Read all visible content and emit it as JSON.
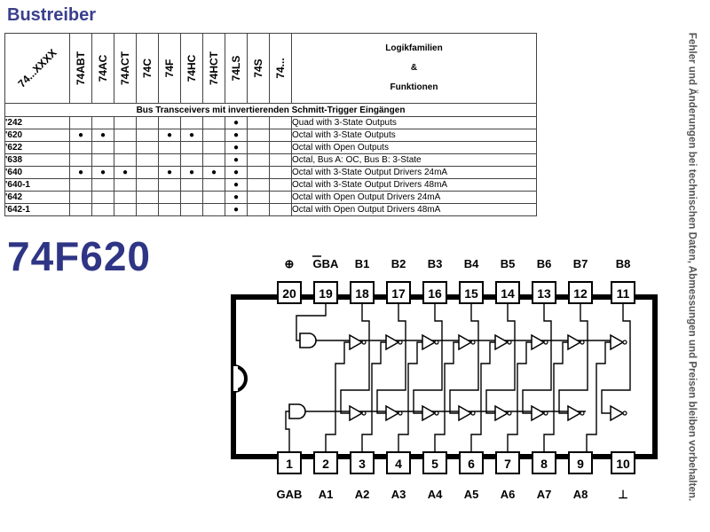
{
  "heading": "Bustreiber",
  "chip_name": "74F620",
  "side_note": "Fehler und Änderungen bei technischen Daten, Abmessungen und Preisen bleiben vorbehalten.",
  "table": {
    "first_col_header": "74...XXXX",
    "families": [
      "74ABT",
      "74AC",
      "74ACT",
      "74C",
      "74F",
      "74HC",
      "74HCT",
      "74LS",
      "74S",
      "74..."
    ],
    "function_header": [
      "Logikfamilien",
      "&",
      "Funktionen"
    ],
    "section_title": "Bus Transceivers mit invertierenden Schmitt-Trigger Eingängen",
    "dot": "●",
    "rows": [
      {
        "part": "'242",
        "dots": [
          0,
          0,
          0,
          0,
          0,
          0,
          0,
          1,
          0,
          0
        ],
        "desc": "Quad with 3-State Outputs"
      },
      {
        "part": "'620",
        "dots": [
          1,
          1,
          0,
          0,
          1,
          1,
          0,
          1,
          0,
          0
        ],
        "desc": "Octal with 3-State Outputs"
      },
      {
        "part": "'622",
        "dots": [
          0,
          0,
          0,
          0,
          0,
          0,
          0,
          1,
          0,
          0
        ],
        "desc": "Octal with Open Outputs"
      },
      {
        "part": "'638",
        "dots": [
          0,
          0,
          0,
          0,
          0,
          0,
          0,
          1,
          0,
          0
        ],
        "desc": "Octal, Bus A: OC, Bus B: 3-State"
      },
      {
        "part": "'640",
        "dots": [
          1,
          1,
          1,
          0,
          1,
          1,
          1,
          1,
          0,
          0
        ],
        "desc": "Octal with 3-State Output Drivers 24mA"
      },
      {
        "part": "'640-1",
        "dots": [
          0,
          0,
          0,
          0,
          0,
          0,
          0,
          1,
          0,
          0
        ],
        "desc": "Octal with 3-State Output Drivers 48mA"
      },
      {
        "part": "'642",
        "dots": [
          0,
          0,
          0,
          0,
          0,
          0,
          0,
          1,
          0,
          0
        ],
        "desc": "Octal with Open Output Drivers 24mA"
      },
      {
        "part": "'642-1",
        "dots": [
          0,
          0,
          0,
          0,
          0,
          0,
          0,
          1,
          0,
          0
        ],
        "desc": "Octal with Open Output Drivers 48mA"
      }
    ]
  },
  "pinout": {
    "top_pins": [
      {
        "num": "20",
        "label": "⊕"
      },
      {
        "num": "19",
        "label": "GBA"
      },
      {
        "num": "18",
        "label": "B1"
      },
      {
        "num": "17",
        "label": "B2"
      },
      {
        "num": "16",
        "label": "B3"
      },
      {
        "num": "15",
        "label": "B4"
      },
      {
        "num": "14",
        "label": "B5"
      },
      {
        "num": "13",
        "label": "B6"
      },
      {
        "num": "12",
        "label": "B7"
      },
      {
        "num": "11",
        "label": "B8"
      }
    ],
    "bottom_pins": [
      {
        "num": "1",
        "label": "GAB"
      },
      {
        "num": "2",
        "label": "A1"
      },
      {
        "num": "3",
        "label": "A2"
      },
      {
        "num": "4",
        "label": "A3"
      },
      {
        "num": "5",
        "label": "A4"
      },
      {
        "num": "6",
        "label": "A5"
      },
      {
        "num": "7",
        "label": "A6"
      },
      {
        "num": "8",
        "label": "A7"
      },
      {
        "num": "9",
        "label": "A8"
      },
      {
        "num": "10",
        "label": "⊥"
      }
    ]
  }
}
